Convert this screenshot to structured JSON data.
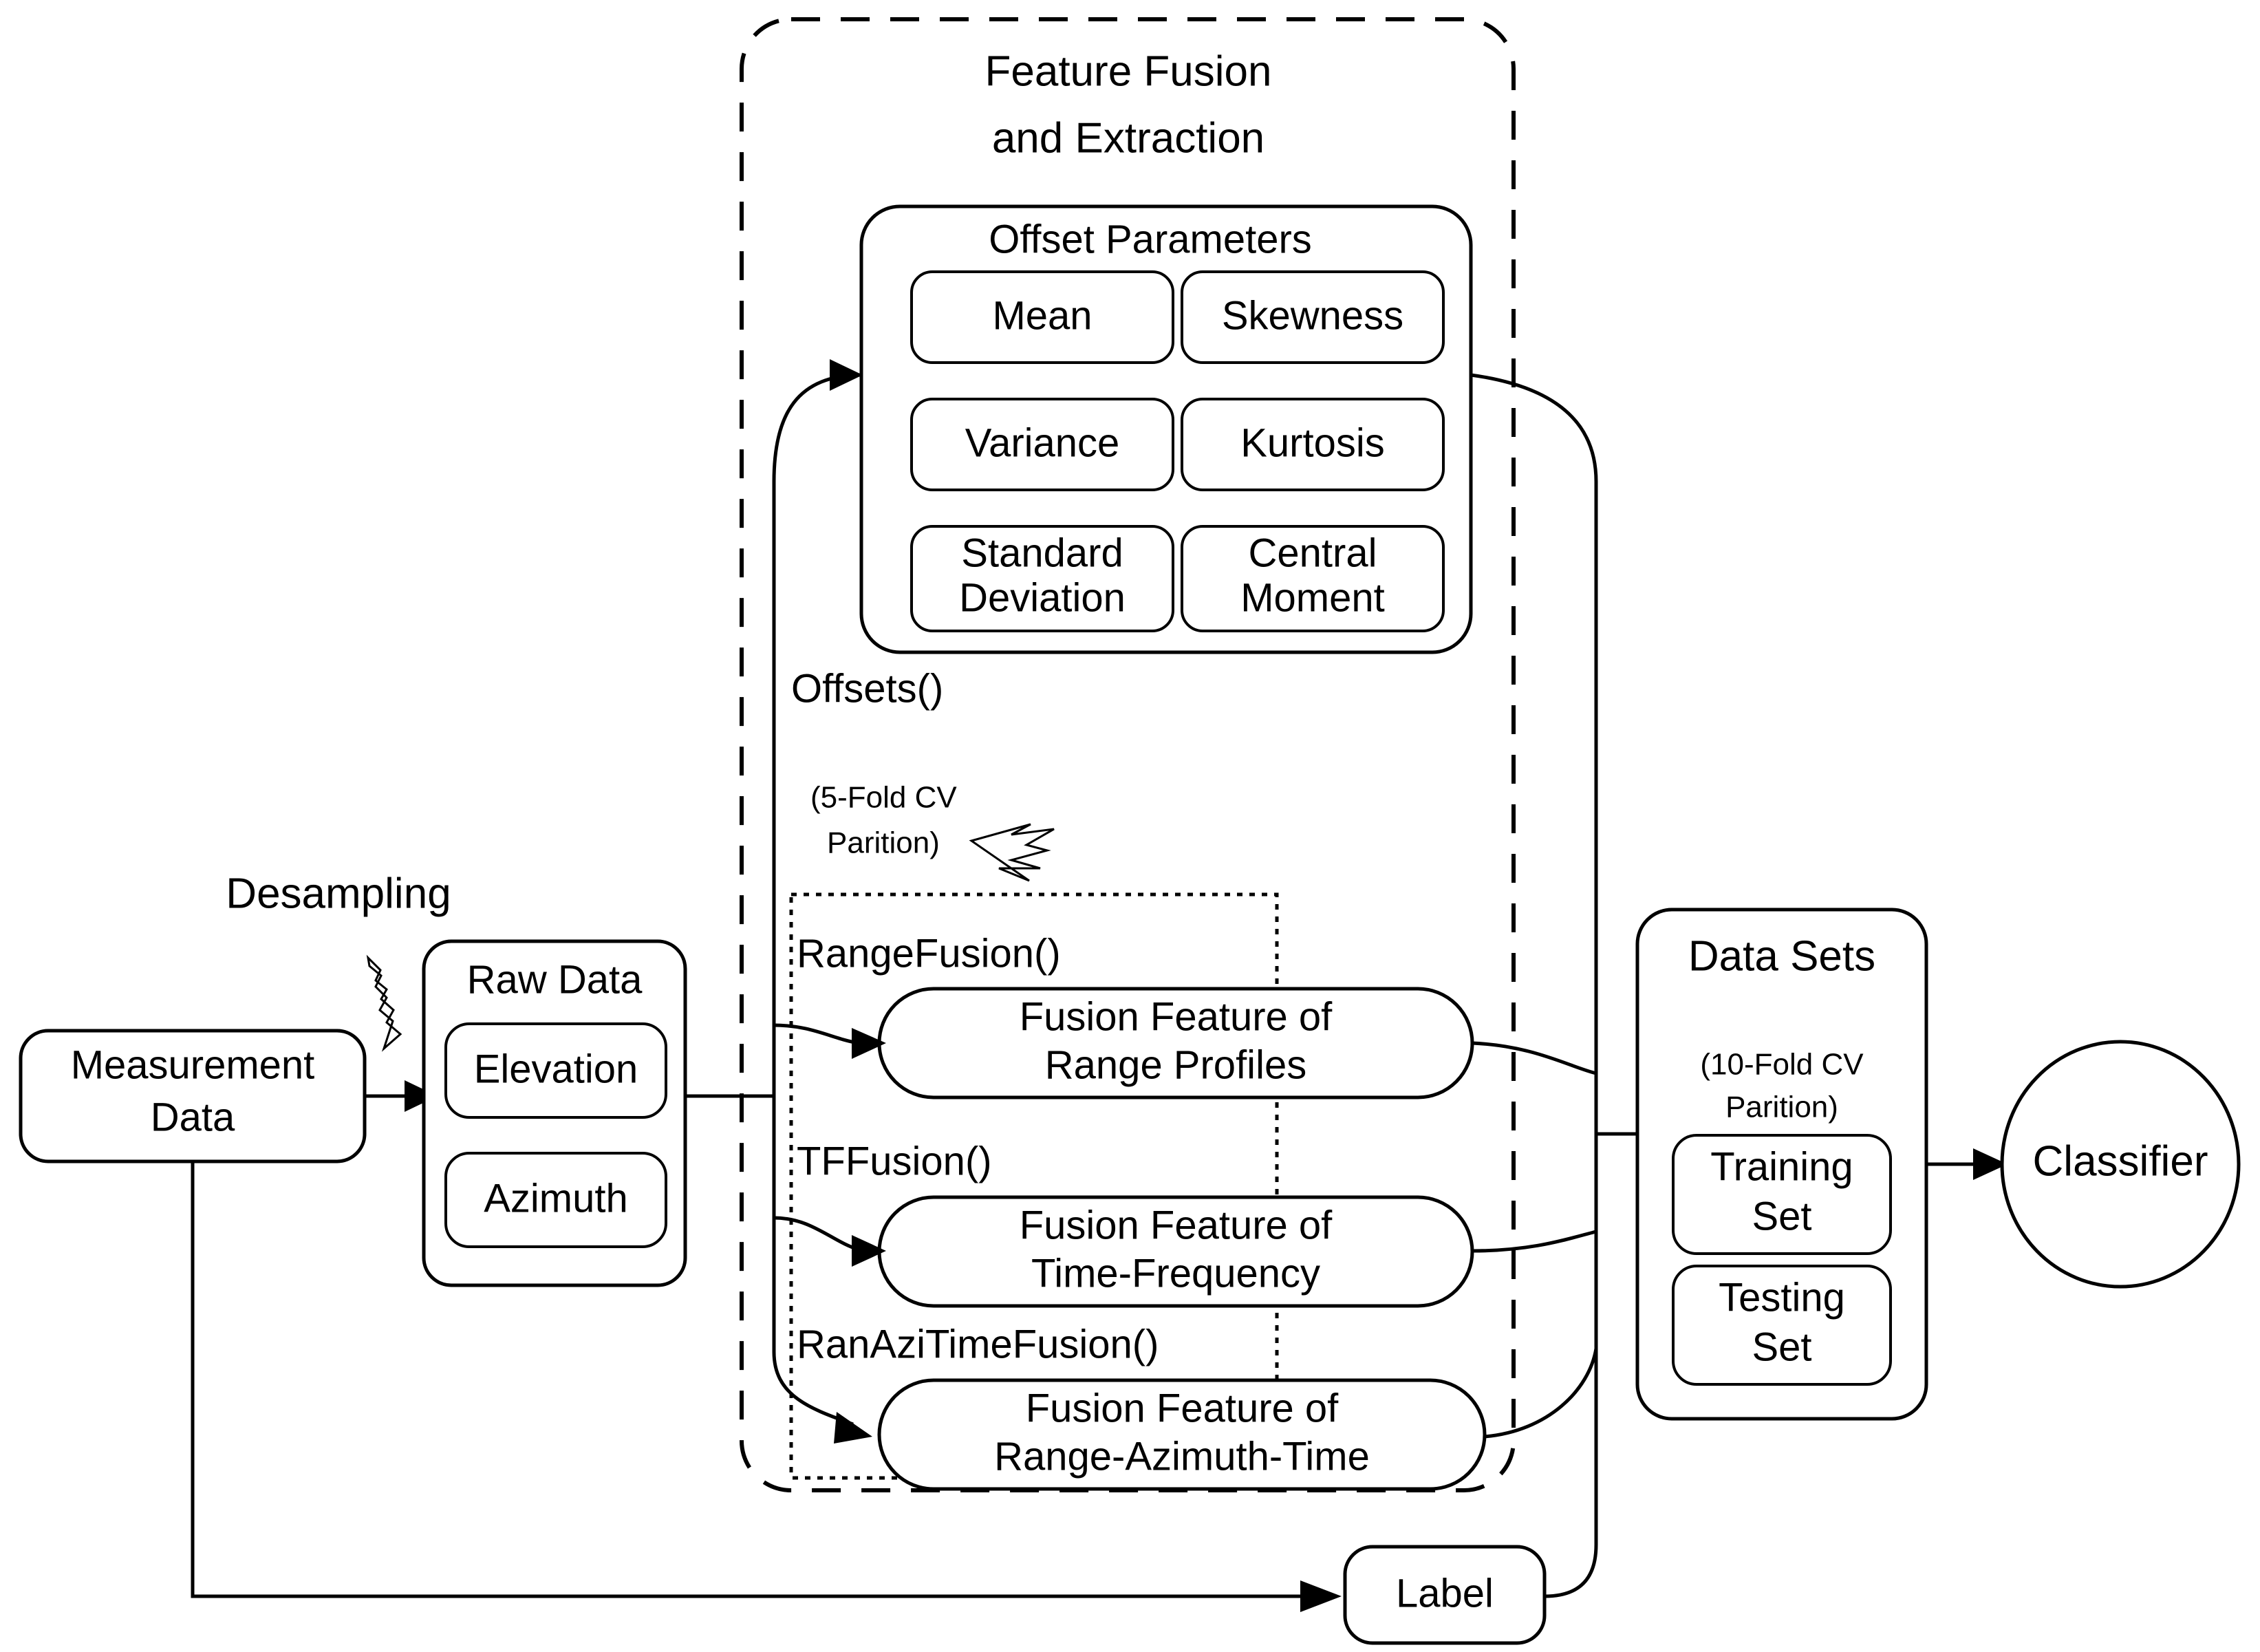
{
  "diagram": {
    "title_hidden": "Radar feature fusion and classification pipeline",
    "measurement": {
      "label_line1": "Measurement",
      "label_line2": "Data"
    },
    "desampling": {
      "label": "Desampling",
      "icon": "lightning-bolt-icon"
    },
    "raw_data": {
      "title": "Raw Data",
      "items": [
        {
          "label": "Elevation"
        },
        {
          "label": "Azimuth"
        }
      ]
    },
    "feature_fusion": {
      "title_line1": "Feature Fusion",
      "title_line2": "and Extraction",
      "offsets_fn": "Offsets()",
      "cv_note_line1": "(5-Fold CV",
      "cv_note_line2": "Parition)",
      "cv_note_icon": "lightning-bolt-icon",
      "offset_parameters": {
        "title": "Offset Parameters",
        "items": [
          {
            "label": "Mean"
          },
          {
            "label": "Skewness"
          },
          {
            "label": "Variance"
          },
          {
            "label": "Kurtosis"
          },
          {
            "label_line1": "Standard",
            "label_line2": "Deviation"
          },
          {
            "label_line1": "Central",
            "label_line2": "Moment"
          }
        ]
      },
      "fusion_branches": [
        {
          "fn": "RangeFusion()",
          "box_line1": "Fusion Feature of",
          "box_line2": "Range Profiles"
        },
        {
          "fn": "TFFusion()",
          "box_line1": "Fusion Feature of",
          "box_line2": "Time-Frequency"
        },
        {
          "fn": "RanAziTimeFusion()",
          "box_line1": "Fusion Feature of",
          "box_line2": "Range-Azimuth-Time"
        }
      ]
    },
    "data_sets": {
      "title": "Data Sets",
      "note_line1": "(10-Fold CV",
      "note_line2": "Parition)",
      "items": [
        {
          "label_line1": "Training",
          "label_line2": "Set"
        },
        {
          "label_line1": "Testing",
          "label_line2": "Set"
        }
      ]
    },
    "classifier": {
      "label": "Classifier"
    },
    "label_node": {
      "label": "Label"
    },
    "colors": {
      "stroke": "#000000",
      "fill": "#ffffff",
      "text": "#000000"
    }
  }
}
